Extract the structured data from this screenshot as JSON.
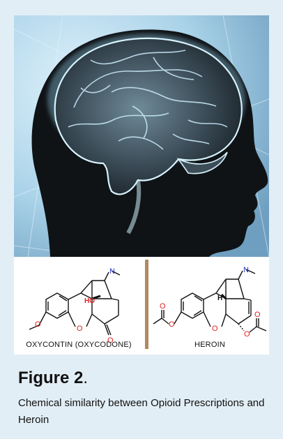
{
  "figure": {
    "molecules": [
      {
        "label": "OXYCONTIN (OXYCODONE)"
      },
      {
        "label": "HEROIN"
      }
    ],
    "atoms": {
      "n1": "N",
      "oh": "HO",
      "o_bridge1": "O",
      "o_ester": "O",
      "o_ketone": "O",
      "n2": "N",
      "h": "H",
      "o_bridge2": "O",
      "o_ac1a": "O",
      "o_ac1b": "O",
      "o_ac2a": "O",
      "o_ac2b": "O"
    },
    "caption": {
      "title": "Figure 2",
      "title_suffix": ".",
      "text": "Chemical similarity between Opioid Prescriptions and Heroin"
    },
    "colors": {
      "background": "#e2eef6",
      "heteroatom_red": "#e02020",
      "nitrogen_blue": "#2030c0",
      "divider": "#b08a5e"
    }
  }
}
